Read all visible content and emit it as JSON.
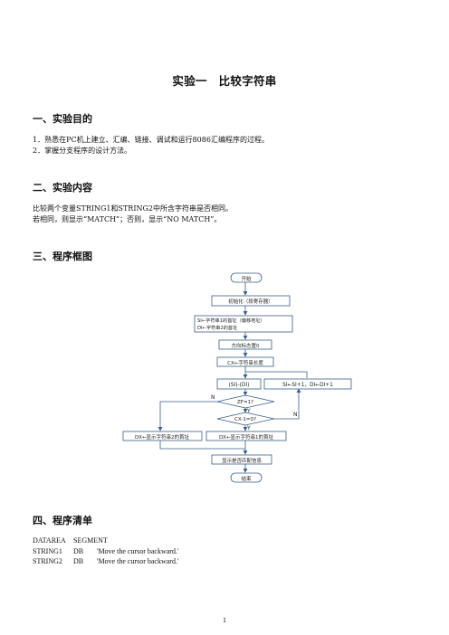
{
  "doc": {
    "title": "实验一　比较字符串",
    "sections": [
      {
        "heading": "一、实验目的"
      },
      {
        "heading": "二、实验内容"
      },
      {
        "heading": "三、程序框图"
      },
      {
        "heading": "四、程序清单"
      }
    ],
    "purpose_lines": [
      "1．熟悉在PC机上建立、汇编、链接、调试和运行8086汇编程序的过程。",
      "2．掌握分支程序的设计方法。"
    ],
    "content_lines": [
      "比较两个变量STRING1和STRING2中所含字符串是否相同。",
      "若相同，则显示“MATCH”；否则，显示“NO MATCH”。"
    ],
    "code_lines": [
      {
        "label": "DATAREA",
        "op": "SEGMENT",
        "arg": ""
      },
      {
        "label": "STRING1",
        "op": "DB",
        "arg": "'Move the cursor backward.'"
      },
      {
        "label": "STRING2",
        "op": "DB",
        "arg": "'Move the cursor backward.'"
      }
    ],
    "page_number": "1"
  },
  "flowchart": {
    "start": "开始",
    "init": "初始化（段寄存器）",
    "si_di_1": "SI←字符串1的首址（偏移地址）",
    "si_di_2": "DI←字符串2的首址",
    "df": "方向标志置0",
    "cx": "CX←字符串长度",
    "cmp": "(SI)-(DI)",
    "inc": "SI←SI+1，DI←DI+1",
    "zf": "ZF=1?",
    "cx0": "CX-1=0?",
    "dx_nomatch": "DX←显示字符串2的首址",
    "dx_match": "DX←显示字符串1的首址",
    "show": "显示是否匹配信息",
    "end": "结束",
    "lbl_n": "N",
    "lbl_y": "Y",
    "lbl_n2": "N",
    "lbl_y2": "Y"
  }
}
